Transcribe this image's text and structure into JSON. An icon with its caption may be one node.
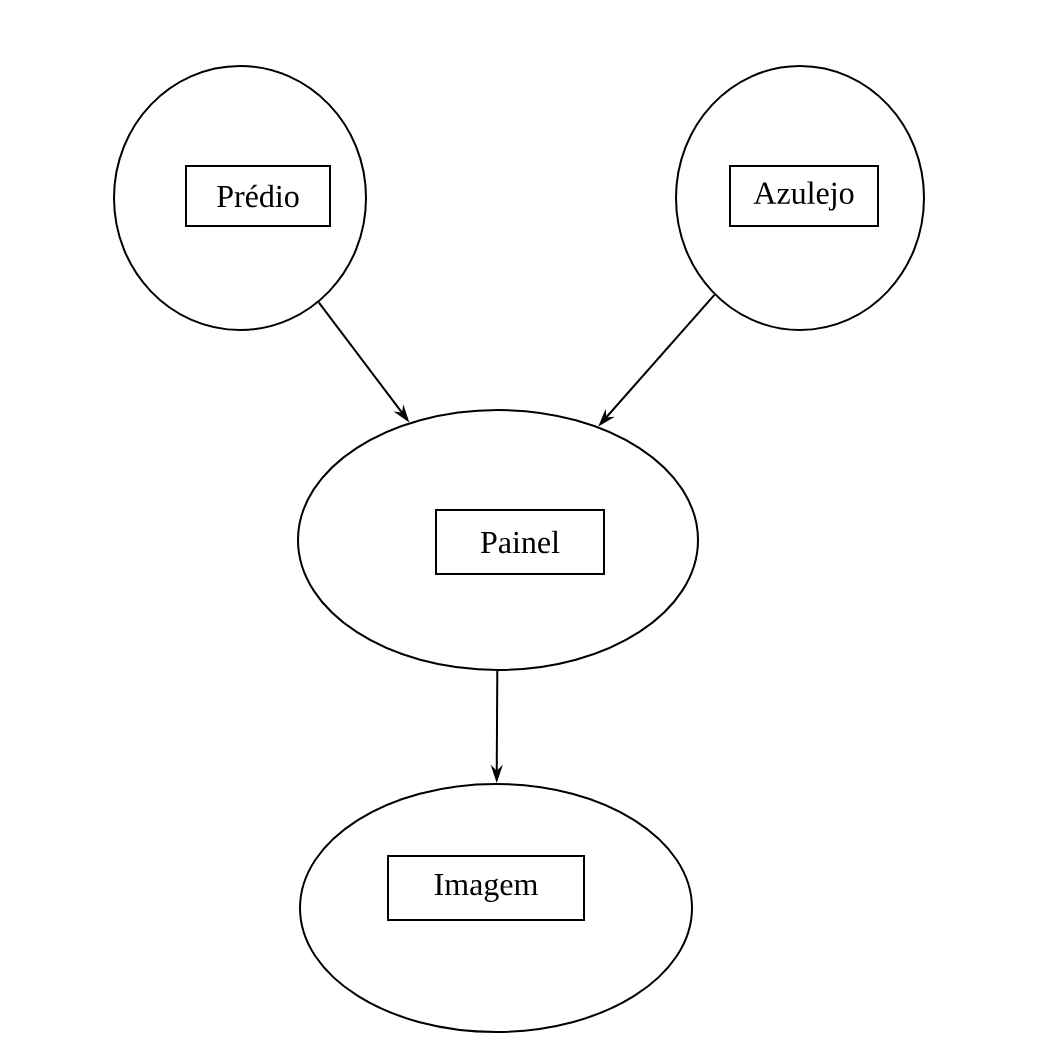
{
  "diagram": {
    "nodes": [
      {
        "text": [],
        "shape": "ellipse"
      },
      {
        "text": [
          "Prédio"
        ],
        "in": 0
      },
      {
        "text": [],
        "shape": "ellipse"
      },
      {
        "text": [
          "Azulejo"
        ],
        "in": 2
      },
      {
        "text": [],
        "shape": "ellipse"
      },
      {
        "text": [
          "Painel"
        ],
        "in": 4
      },
      {
        "text": [],
        "shape": "ellipse"
      },
      {
        "text": [
          "Imagem"
        ],
        "in": 6
      }
    ],
    "edges": [
      {
        "from": 0,
        "to": 4,
        "arrow": "to"
      },
      {
        "from": 2,
        "to": 4,
        "arrow": "to"
      },
      {
        "from": 4,
        "to": 6,
        "arrow": "to"
      }
    ]
  }
}
